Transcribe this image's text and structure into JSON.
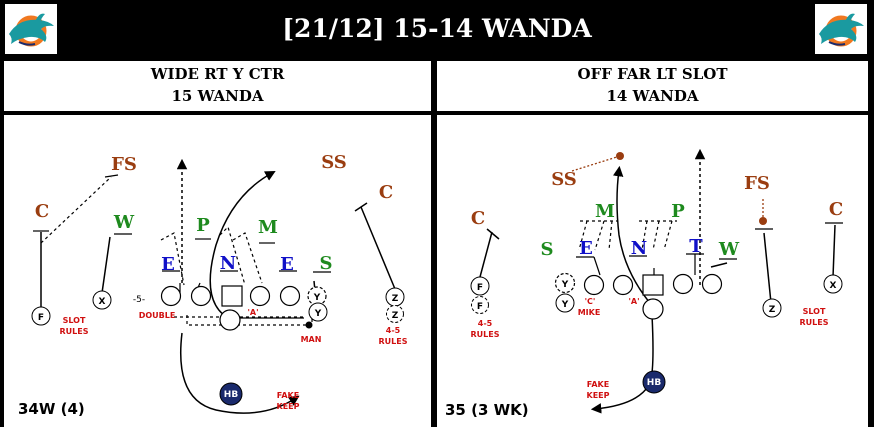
{
  "header": {
    "title": "[21/12] 15-14 WANDA"
  },
  "colors": {
    "brown": "#9a3d10",
    "green": "#1e8a1e",
    "blue": "#1010c8",
    "red": "#d01010",
    "teal": "#1a9aa0",
    "orange": "#f07820",
    "navy": "#1a2a6c"
  },
  "left": {
    "formation": "WIDE RT Y CTR",
    "play": "15 WANDA",
    "defense": {
      "FS": "FS",
      "SS": "SS",
      "C_left": "C",
      "C_right": "C",
      "W": "W",
      "P": "P",
      "M": "M",
      "S": "S",
      "E1": "E",
      "N": "N",
      "E2": "E"
    },
    "offense": {
      "F": "F",
      "X": "X",
      "Y": "Y",
      "Y2": "Y",
      "Z": "Z",
      "Z2": "Z",
      "HB": "HB"
    },
    "notes": {
      "technique": "-5-",
      "double": "DOUBLE",
      "a_gap": "'A'",
      "slot_rules_1": "SLOT",
      "slot_rules_2": "RULES",
      "man": "MAN",
      "rules45_1": "4-5",
      "rules45_2": "RULES",
      "fake_1": "FAKE",
      "fake_2": "KEEP"
    },
    "front": "34W (4)"
  },
  "right": {
    "formation": "OFF FAR LT SLOT",
    "play": "14 WANDA",
    "defense": {
      "SS": "SS",
      "FS": "FS",
      "C_left": "C",
      "C_right": "C",
      "M": "M",
      "P": "P",
      "S": "S",
      "W": "W",
      "E": "E",
      "N": "N",
      "T": "T"
    },
    "offense": {
      "F": "F",
      "F2": "F",
      "Y": "Y",
      "Y2": "Y",
      "Z": "Z",
      "X": "X",
      "HB": "HB"
    },
    "notes": {
      "c_gap": "'C'",
      "mike": "MIKE",
      "a_gap": "'A'",
      "rules45_1": "4-5",
      "rules45_2": "RULES",
      "slot_rules_1": "SLOT",
      "slot_rules_2": "RULES",
      "fake_1": "FAKE",
      "fake_2": "KEEP"
    },
    "front": "35 (3 WK)"
  }
}
